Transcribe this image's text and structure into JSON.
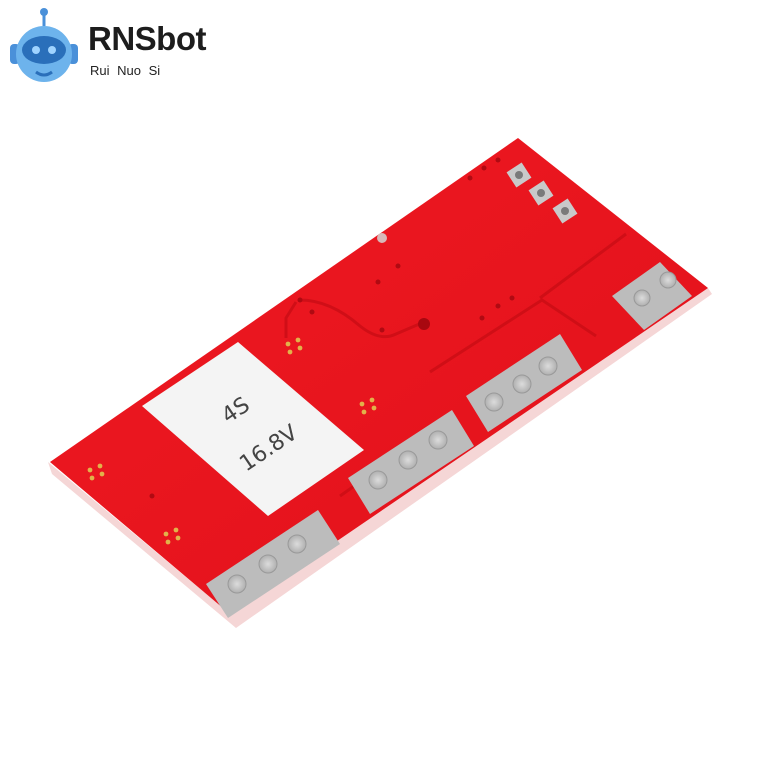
{
  "logo": {
    "brand": "RNSbot",
    "subtitle": "Rui  Nuo Si",
    "mascot_icon": "robot-head-icon",
    "mascot_color": "#5aa7e6"
  },
  "board": {
    "label_line1": "4S",
    "label_line2": "16.8V",
    "pcb_color": "#e8141e",
    "pad_color": "#b9b9b9",
    "label_color": "#f4f4f4"
  }
}
